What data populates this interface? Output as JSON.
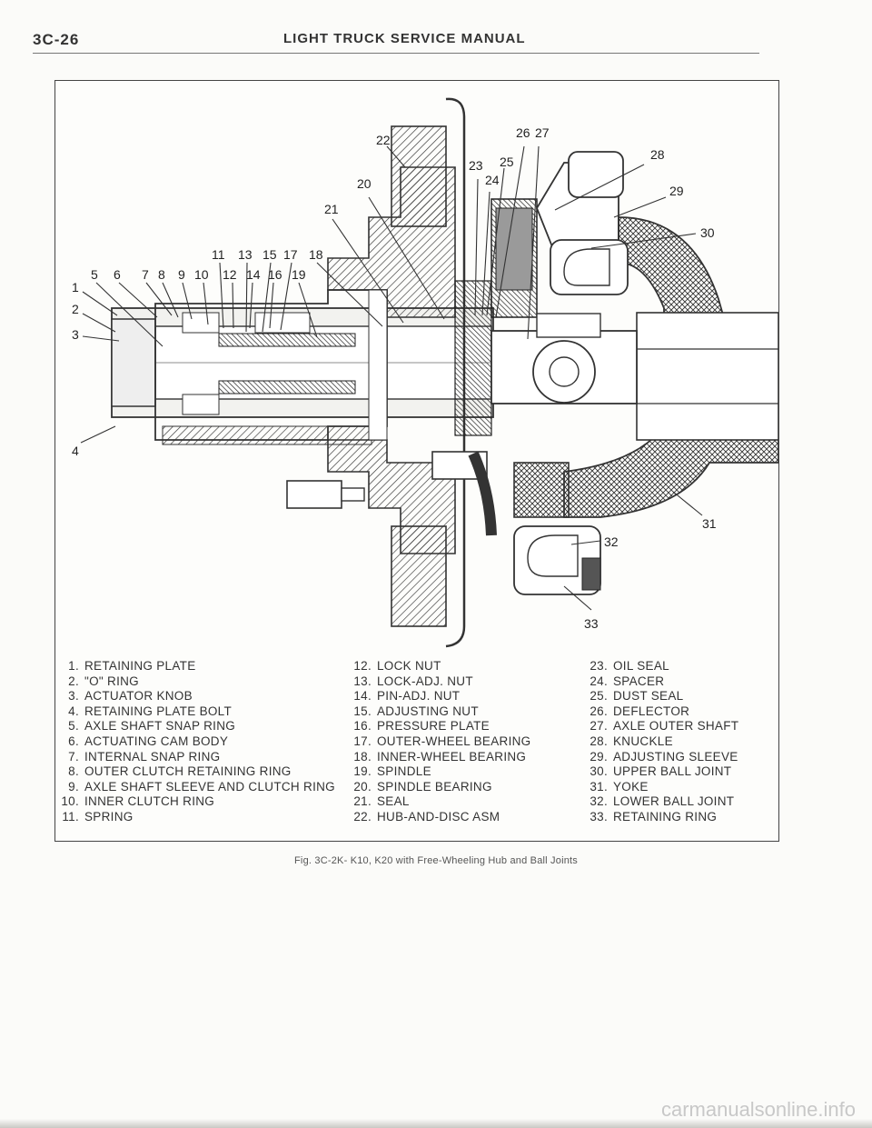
{
  "header": {
    "page_number": "3C-26",
    "title": "LIGHT TRUCK SERVICE MANUAL"
  },
  "figure": {
    "callouts": [
      "1",
      "2",
      "3",
      "4",
      "5",
      "6",
      "7",
      "8",
      "9",
      "10",
      "11",
      "12",
      "13",
      "14",
      "15",
      "16",
      "17",
      "18",
      "19",
      "20",
      "21",
      "22",
      "23",
      "24",
      "25",
      "26",
      "27",
      "28",
      "29",
      "30",
      "31",
      "32",
      "33"
    ],
    "legend": [
      [
        {
          "num": "1.",
          "text": "RETAINING PLATE"
        },
        {
          "num": "2.",
          "text": "\"O\" RING"
        },
        {
          "num": "3.",
          "text": "ACTUATOR KNOB"
        },
        {
          "num": "4.",
          "text": "RETAINING PLATE BOLT"
        },
        {
          "num": "5.",
          "text": "AXLE SHAFT SNAP RING"
        },
        {
          "num": "6.",
          "text": "ACTUATING CAM BODY"
        },
        {
          "num": "7.",
          "text": "INTERNAL SNAP RING"
        },
        {
          "num": "8.",
          "text": "OUTER CLUTCH RETAINING RING"
        },
        {
          "num": "9.",
          "text": "AXLE SHAFT SLEEVE AND CLUTCH RING"
        },
        {
          "num": "10.",
          "text": "INNER CLUTCH RING"
        },
        {
          "num": "11.",
          "text": "SPRING"
        }
      ],
      [
        {
          "num": "12.",
          "text": "LOCK NUT"
        },
        {
          "num": "13.",
          "text": "LOCK-ADJ. NUT"
        },
        {
          "num": "14.",
          "text": "PIN-ADJ. NUT"
        },
        {
          "num": "15.",
          "text": "ADJUSTING NUT"
        },
        {
          "num": "16.",
          "text": "PRESSURE PLATE"
        },
        {
          "num": "17.",
          "text": "OUTER-WHEEL BEARING"
        },
        {
          "num": "18.",
          "text": "INNER-WHEEL BEARING"
        },
        {
          "num": "19.",
          "text": "SPINDLE"
        },
        {
          "num": "20.",
          "text": "SPINDLE BEARING"
        },
        {
          "num": "21.",
          "text": "SEAL"
        },
        {
          "num": "22.",
          "text": "HUB-AND-DISC ASM"
        }
      ],
      [
        {
          "num": "23.",
          "text": "OIL SEAL"
        },
        {
          "num": "24.",
          "text": "SPACER"
        },
        {
          "num": "25.",
          "text": "DUST SEAL"
        },
        {
          "num": "26.",
          "text": "DEFLECTOR"
        },
        {
          "num": "27.",
          "text": "AXLE OUTER SHAFT"
        },
        {
          "num": "28.",
          "text": "KNUCKLE"
        },
        {
          "num": "29.",
          "text": "ADJUSTING SLEEVE"
        },
        {
          "num": "30.",
          "text": "UPPER BALL JOINT"
        },
        {
          "num": "31.",
          "text": "YOKE"
        },
        {
          "num": "32.",
          "text": "LOWER BALL JOINT"
        },
        {
          "num": "33.",
          "text": "RETAINING RING"
        }
      ]
    ],
    "caption": "Fig. 3C-2K- K10, K20 with Free-Wheeling Hub and Ball Joints"
  },
  "watermark": "carmanualsonline.info"
}
